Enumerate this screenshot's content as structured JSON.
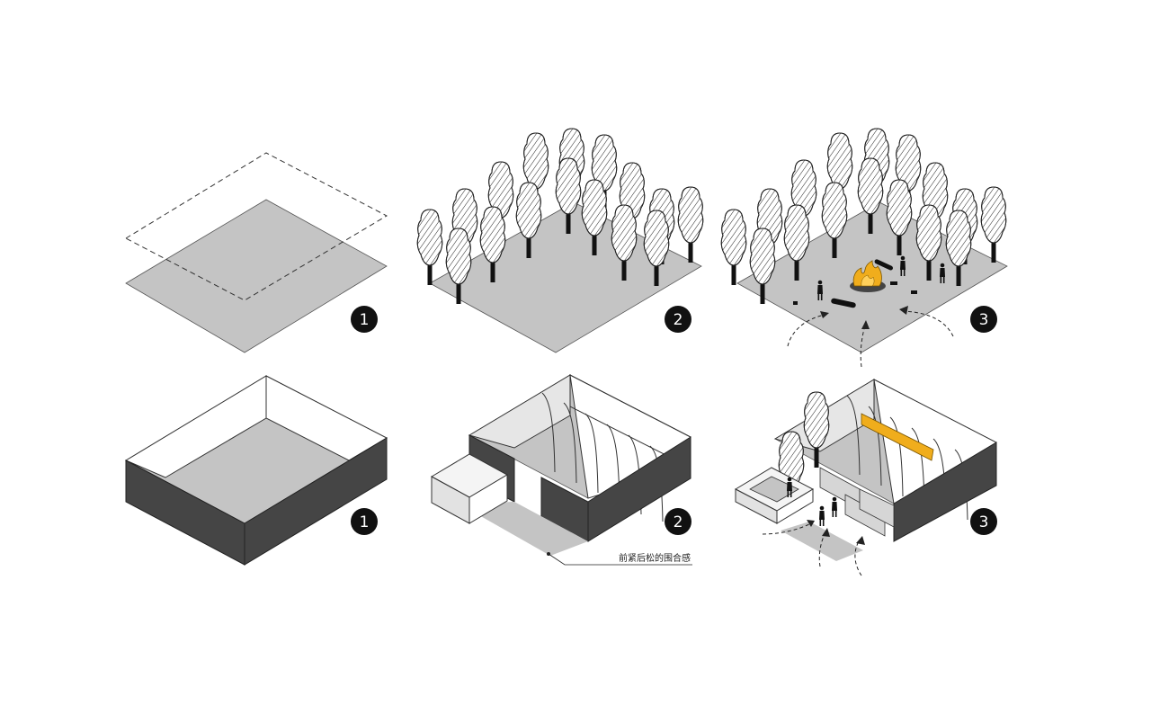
{
  "colors": {
    "ground": "#c4c4c4",
    "wall_dark": "#454545",
    "wall_light": "#ffffff",
    "accent": "#f0ad1c",
    "ink": "#111111"
  },
  "steps": {
    "top_1": "1",
    "top_2": "2",
    "top_3": "3",
    "bottom_1": "1",
    "bottom_2": "2",
    "bottom_3": "3"
  },
  "callout": {
    "label": "前紧后松的围合感"
  },
  "icons": [
    "tree-icon",
    "campfire-icon",
    "person-icon",
    "arrow-icon",
    "number-badge-icon"
  ]
}
